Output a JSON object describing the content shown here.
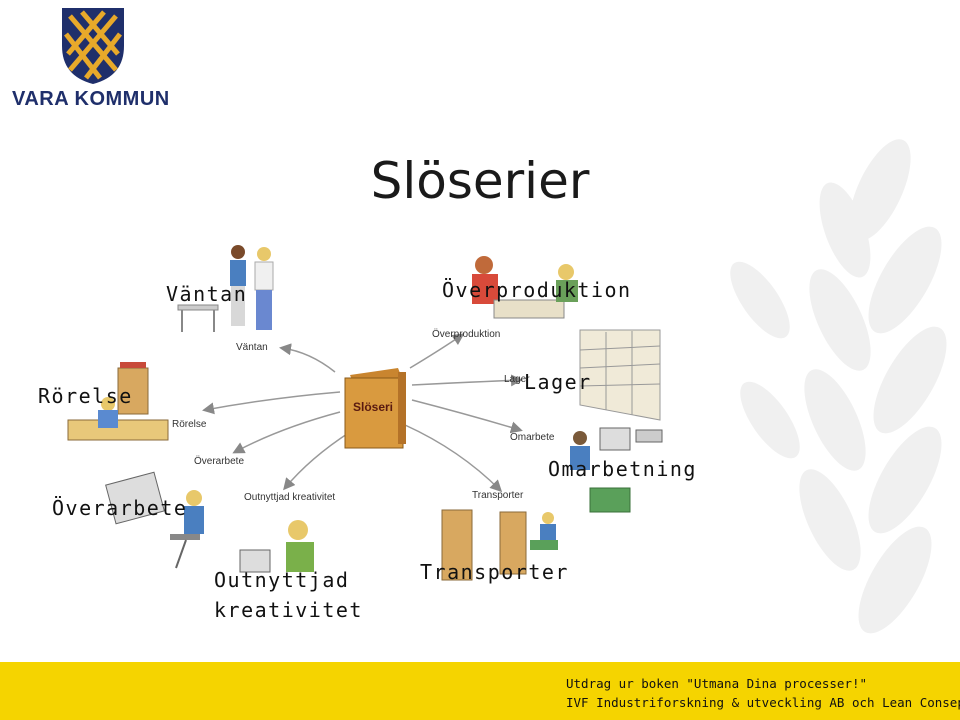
{
  "logo": {
    "name": "VARA KOMMUN"
  },
  "title": "Slöserier",
  "center_book": "Slöseri",
  "categories": {
    "vantan": "Väntan",
    "overproduktion": "Överproduktion",
    "rorelse": "Rörelse",
    "lager": "Lager",
    "omarbetning": "Omarbetning",
    "overarbete": "Överarbete",
    "outnyttjad_line1": "Outnyttjad",
    "outnyttjad_line2": "kreativitet",
    "transporter": "Transporter"
  },
  "diagram_labels": {
    "vantan": "Väntan",
    "overproduktion": "Överproduktion",
    "rorelse": "Rörelse",
    "lager": "Lager",
    "omarbete": "Omarbete",
    "overarbete": "Överarbete",
    "outnyttjad": "Outnyttjad kreativitet",
    "transporter": "Transporter"
  },
  "footer": {
    "line1": "Utdrag ur boken \"Utmana Dina processer!\"",
    "line2": "IVF Industriforskning & utveckling AB och Lean Consepts AB"
  },
  "colors": {
    "footer_bg": "#f5d400",
    "logo_blue": "#1f2f6b",
    "logo_gold": "#e8a92a"
  }
}
